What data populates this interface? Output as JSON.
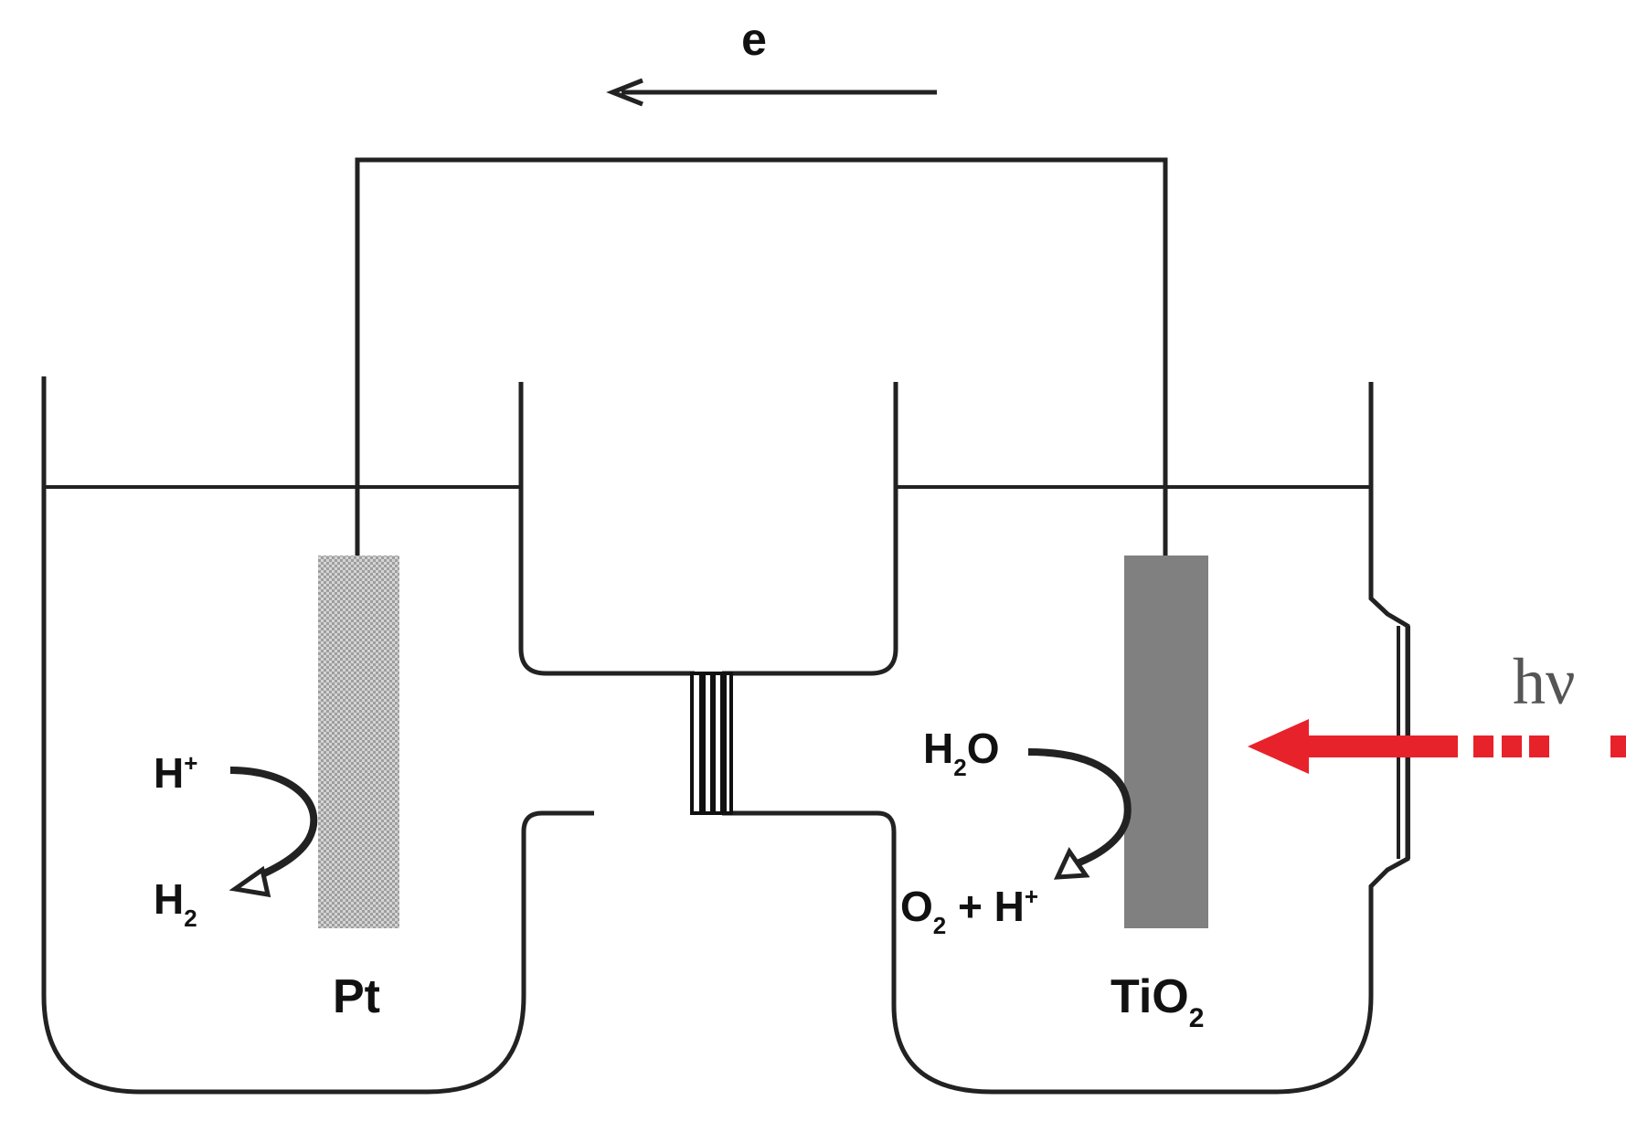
{
  "electron_label": "e",
  "photon_label": "hν",
  "left_electrode": {
    "name": "Pt",
    "reactant": "H",
    "reactant_sup": "+",
    "product": "H",
    "product_sub": "2"
  },
  "right_electrode": {
    "name": "TiO",
    "name_sub": "2",
    "reactant_a": "H",
    "reactant_sub": "2",
    "reactant_b": "O",
    "product_a": "O",
    "product_sub": "2",
    "product_b": " + H",
    "product_sup": "+"
  },
  "colors": {
    "line": "#222222",
    "pt": "#bdbdbd",
    "tio2": "#808080",
    "light": "#e8222a"
  }
}
